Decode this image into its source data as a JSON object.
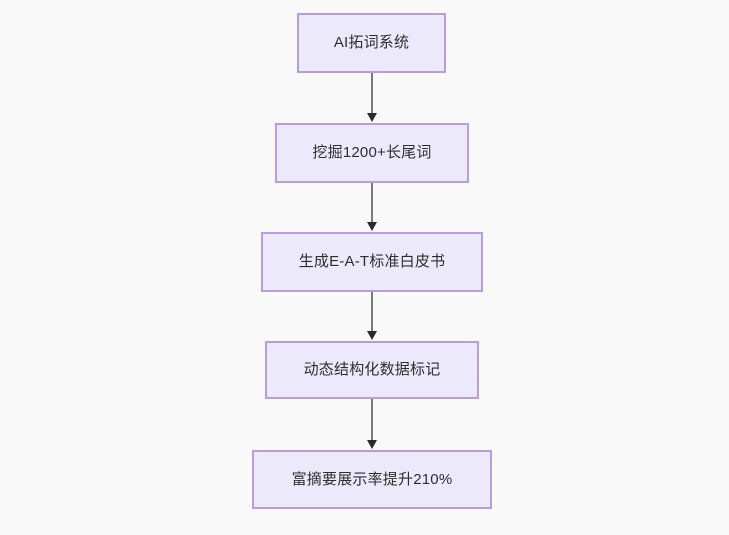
{
  "diagram": {
    "type": "flowchart",
    "direction": "top-to-bottom",
    "background_color": "#faf9fa",
    "node_fill_color": "#ece9fb",
    "node_border_color": "#b89ce0",
    "node_text_color": "#2e2e2e",
    "edge_line_color": "#77797c",
    "edge_arrow_color": "#2a2a2a",
    "nodes": [
      {
        "id": "n1",
        "label": "AI拓词系统"
      },
      {
        "id": "n2",
        "label": "挖掘1200+长尾词"
      },
      {
        "id": "n3",
        "label": "生成E-A-T标准白皮书"
      },
      {
        "id": "n4",
        "label": "动态结构化数据标记"
      },
      {
        "id": "n5",
        "label": "富摘要展示率提升210%"
      }
    ],
    "edges": [
      {
        "id": "e1",
        "from": "n1",
        "to": "n2",
        "label": ""
      },
      {
        "id": "e2",
        "from": "n2",
        "to": "n3",
        "label": ""
      },
      {
        "id": "e3",
        "from": "n3",
        "to": "n4",
        "label": ""
      },
      {
        "id": "e4",
        "from": "n4",
        "to": "n5",
        "label": ""
      }
    ]
  }
}
